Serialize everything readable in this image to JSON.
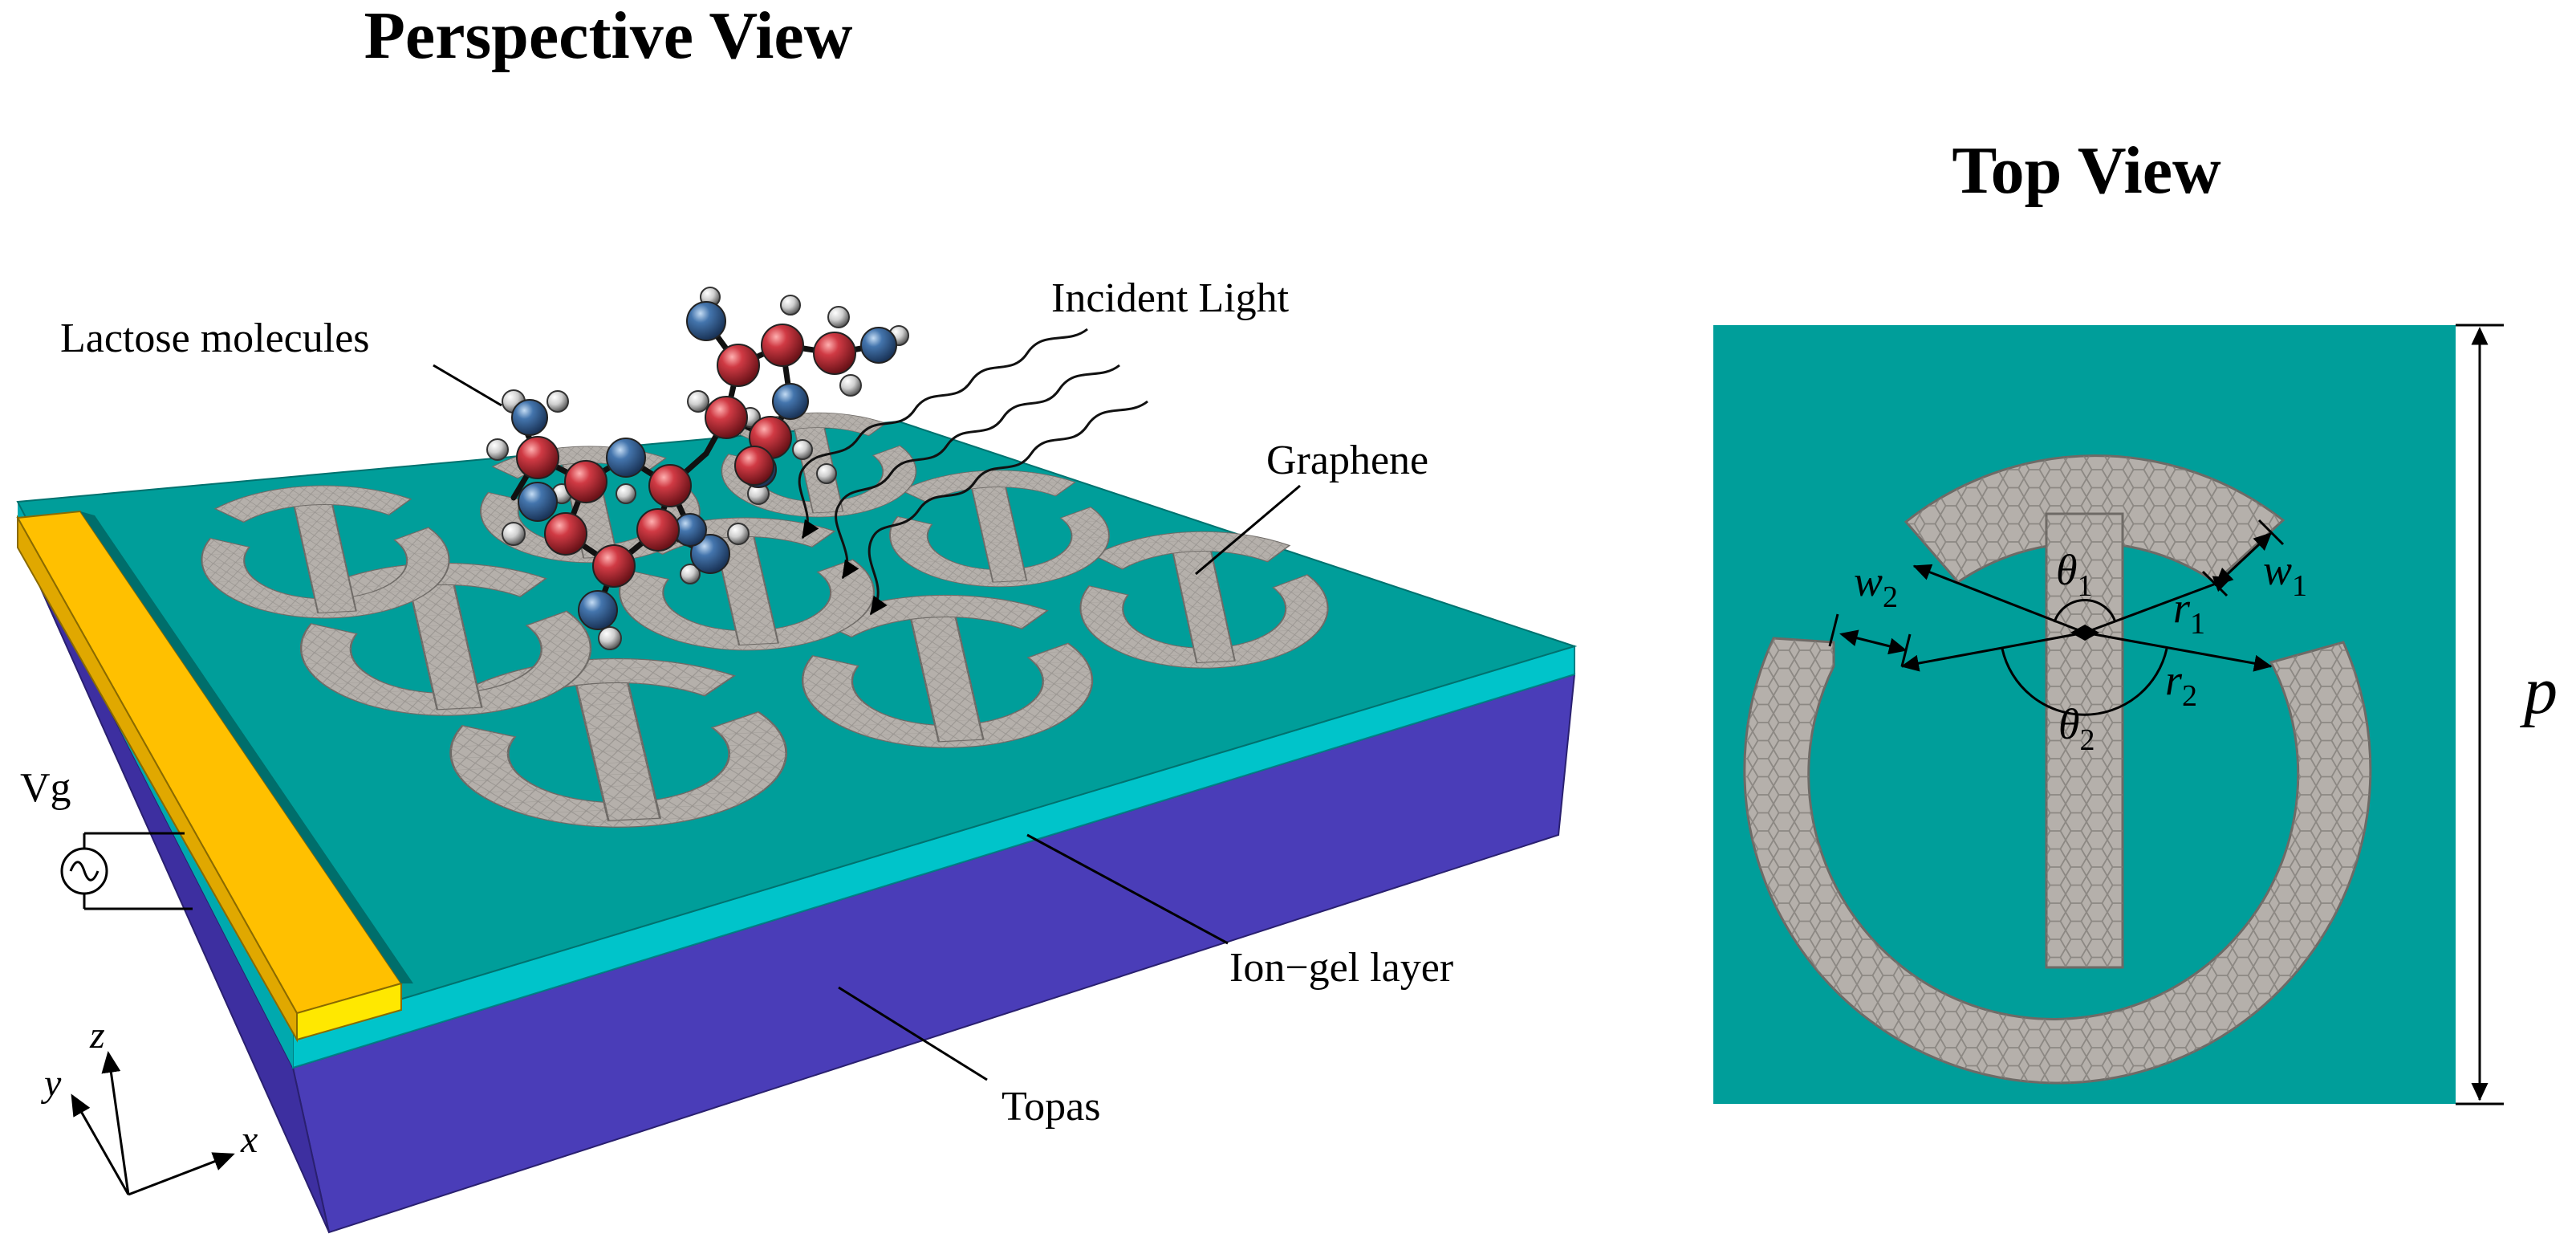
{
  "titles": {
    "perspective": "Perspective View",
    "top": "Top View"
  },
  "labels": {
    "lactose": "Lactose molecules",
    "incident": "Incident Light",
    "graphene": "Graphene",
    "vg": "Vg",
    "ion_gel": "Ion−gel layer",
    "topas": "Topas",
    "period": "p"
  },
  "axes": {
    "x": "x",
    "y": "y",
    "z": "z"
  },
  "dims": {
    "theta": "θ",
    "theta1_sub": "1",
    "theta2_sub": "2",
    "w": "w",
    "w1_sub": "1",
    "w2_sub": "2",
    "r": "r",
    "r1_sub": "1",
    "r2_sub": "2"
  },
  "colors": {
    "substrate_top": "#009e9a",
    "ion_gel": "#00c2c8",
    "topas": "#4a3db8",
    "gate": "#ffc000",
    "graphene": "#b7b2ad",
    "atom_red": "#c8303a",
    "atom_blue": "#3f6fa8",
    "atom_white": "#d8d8d8"
  }
}
